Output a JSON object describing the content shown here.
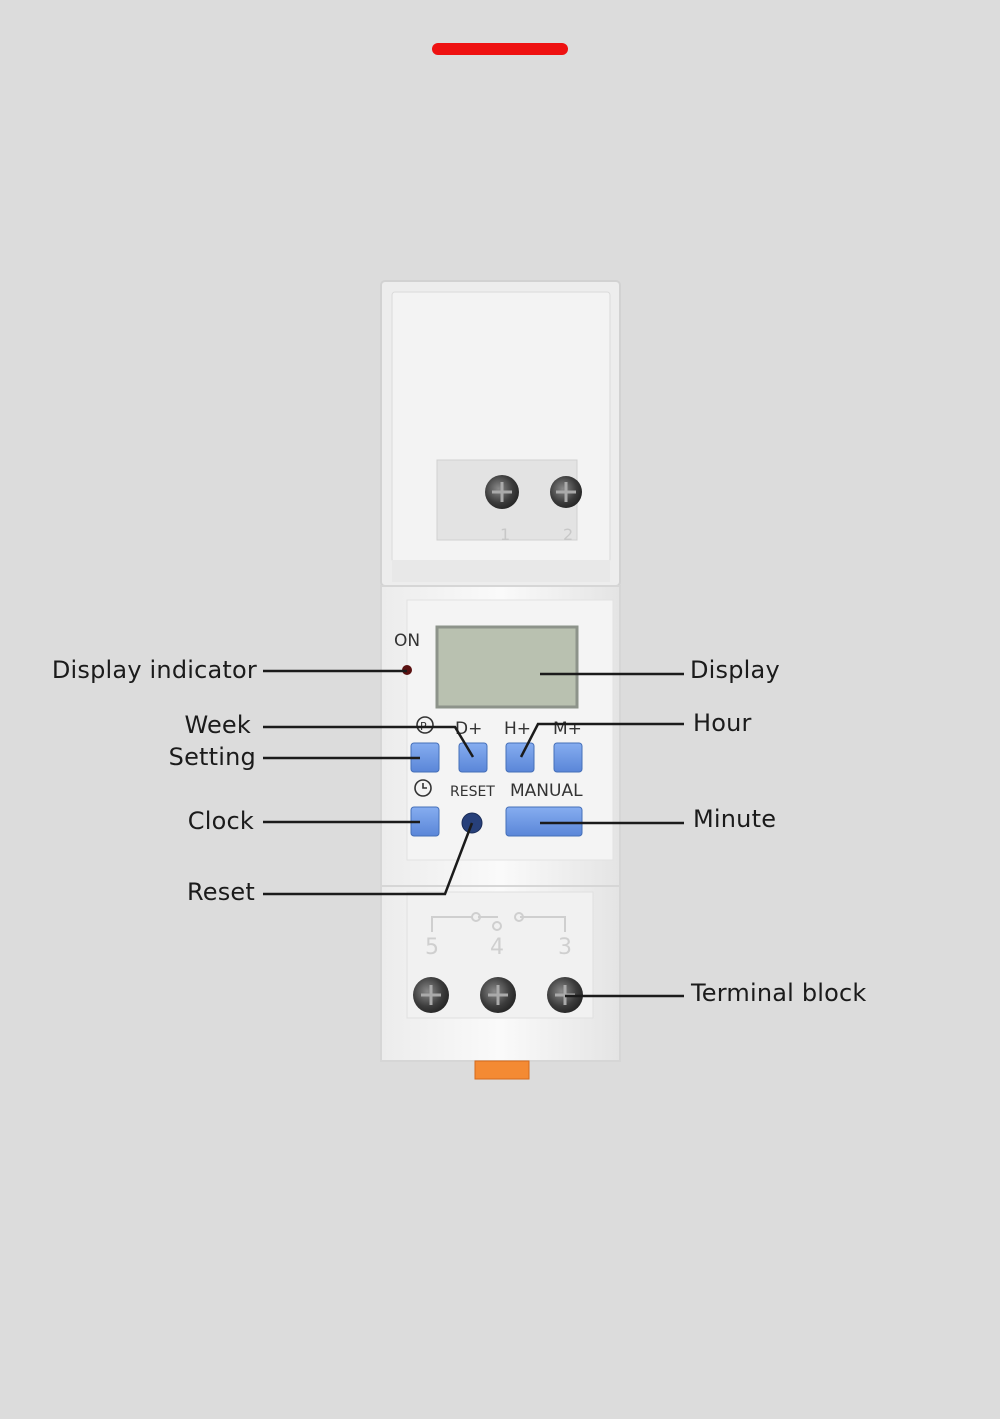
{
  "callouts": {
    "display_indicator": "Display indicator",
    "week": "Week",
    "setting": "Setting",
    "clock": "Clock",
    "reset": "Reset",
    "display": "Display",
    "hour": "Hour",
    "minute": "Minute",
    "terminal_block": "Terminal block"
  },
  "device": {
    "on_label": "ON",
    "buttons_top": [
      "D+",
      "H+",
      "M+"
    ],
    "reset_label": "RESET",
    "manual_label": "MANUAL",
    "top_terminals": [
      "1",
      "2"
    ],
    "bottom_terminals": [
      "5",
      "4",
      "3"
    ]
  },
  "colors": {
    "accent": "#ee1111",
    "button": "#6b9ae8",
    "lcd": "#b9c1b0",
    "background": "#dcdcdc"
  }
}
